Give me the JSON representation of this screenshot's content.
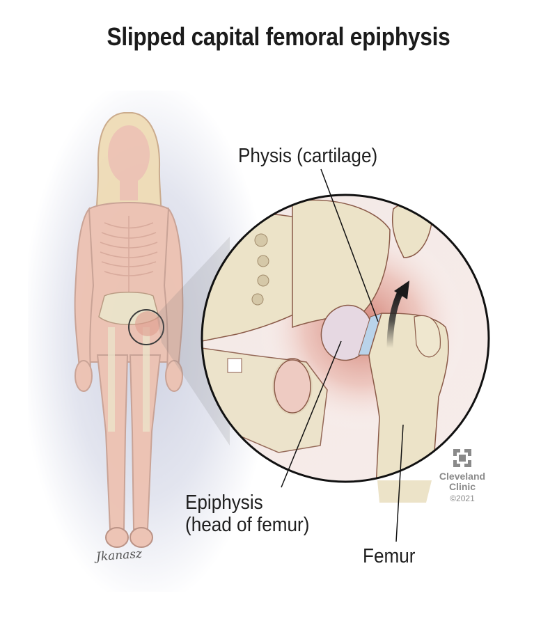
{
  "title": "Slipped capital femoral epiphysis",
  "labels": {
    "physis": "Physis (cartilage)",
    "epiphysis_line1": "Epiphysis",
    "epiphysis_line2": "(head of femur)",
    "femur": "Femur"
  },
  "logo": {
    "icon": "cleveland-clinic-cross-icon",
    "line1": "Cleveland",
    "line2": "Clinic",
    "copyright": "©2021"
  },
  "signature": "Jkanasz",
  "colors": {
    "bone": "#ece3c8",
    "bone_outline": "#8a5a48",
    "skin": "#edc2b2",
    "hair": "#efdcb6",
    "inflammation": "#d98d80",
    "physis_cartilage": "#b9d3ea",
    "epiphysis_head": "#e6d8e2",
    "circle_outline": "#111111",
    "logo_gray": "#8a8a8a"
  }
}
